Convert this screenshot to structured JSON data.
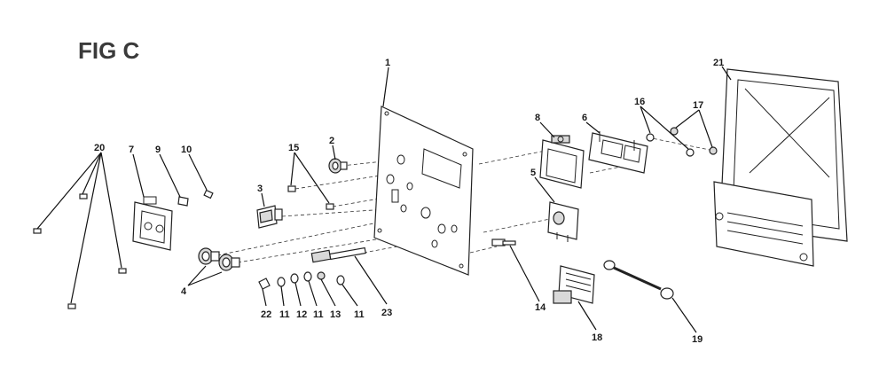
{
  "figure": {
    "title": "FIG C",
    "callouts": [
      {
        "id": "c1",
        "label": "1"
      },
      {
        "id": "c2",
        "label": "2"
      },
      {
        "id": "c3",
        "label": "3"
      },
      {
        "id": "c4",
        "label": "4"
      },
      {
        "id": "c5",
        "label": "5"
      },
      {
        "id": "c6",
        "label": "6"
      },
      {
        "id": "c7",
        "label": "7"
      },
      {
        "id": "c8",
        "label": "8"
      },
      {
        "id": "c9",
        "label": "9"
      },
      {
        "id": "c10",
        "label": "10"
      },
      {
        "id": "c11a",
        "label": "11"
      },
      {
        "id": "c11b",
        "label": "11"
      },
      {
        "id": "c11c",
        "label": "11"
      },
      {
        "id": "c12",
        "label": "12"
      },
      {
        "id": "c13",
        "label": "13"
      },
      {
        "id": "c14",
        "label": "14"
      },
      {
        "id": "c15",
        "label": "15"
      },
      {
        "id": "c16",
        "label": "16"
      },
      {
        "id": "c17",
        "label": "17"
      },
      {
        "id": "c18",
        "label": "18"
      },
      {
        "id": "c19",
        "label": "19"
      },
      {
        "id": "c20",
        "label": "20"
      },
      {
        "id": "c21",
        "label": "21"
      },
      {
        "id": "c22",
        "label": "22"
      },
      {
        "id": "c23",
        "label": "23"
      }
    ]
  }
}
